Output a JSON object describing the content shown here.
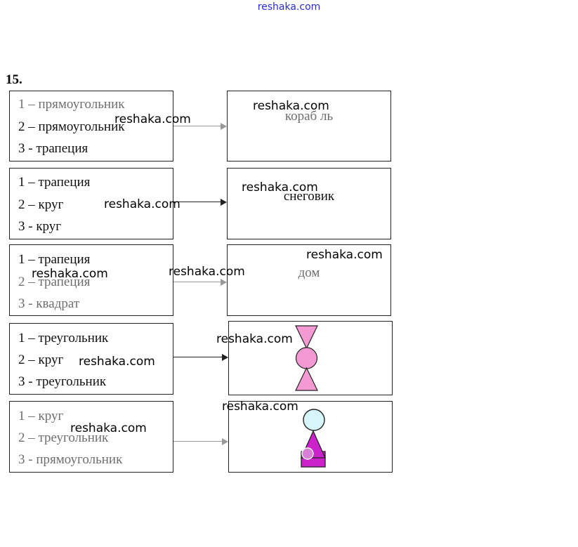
{
  "header": {
    "site": "reshaka.com"
  },
  "exercise": {
    "number": "15."
  },
  "watermark": "reshaka.com",
  "rows": [
    {
      "parts": [
        "1 – прямоугольник",
        "2 – прямоугольник",
        "3 - трапеция"
      ],
      "result": "кораб ль"
    },
    {
      "parts": [
        "1 – трапеция",
        "2 – круг",
        "3 - круг"
      ],
      "result": "снеговик"
    },
    {
      "parts": [
        "1 – трапеция",
        "2 – трапеция",
        "3 - квадрат"
      ],
      "result": "дом"
    },
    {
      "parts": [
        "1 – треугольник",
        "2 – круг",
        "3 - треугольник"
      ],
      "result": ""
    },
    {
      "parts": [
        "1 – круг",
        "2 – треугольник",
        "3 - прямоугольник"
      ],
      "result": ""
    }
  ],
  "colors": {
    "pink": "#f39ad2",
    "magenta": "#cc22cc",
    "light_cyan": "#d6f6fb",
    "watermark_blue": "#2b2bd6"
  }
}
